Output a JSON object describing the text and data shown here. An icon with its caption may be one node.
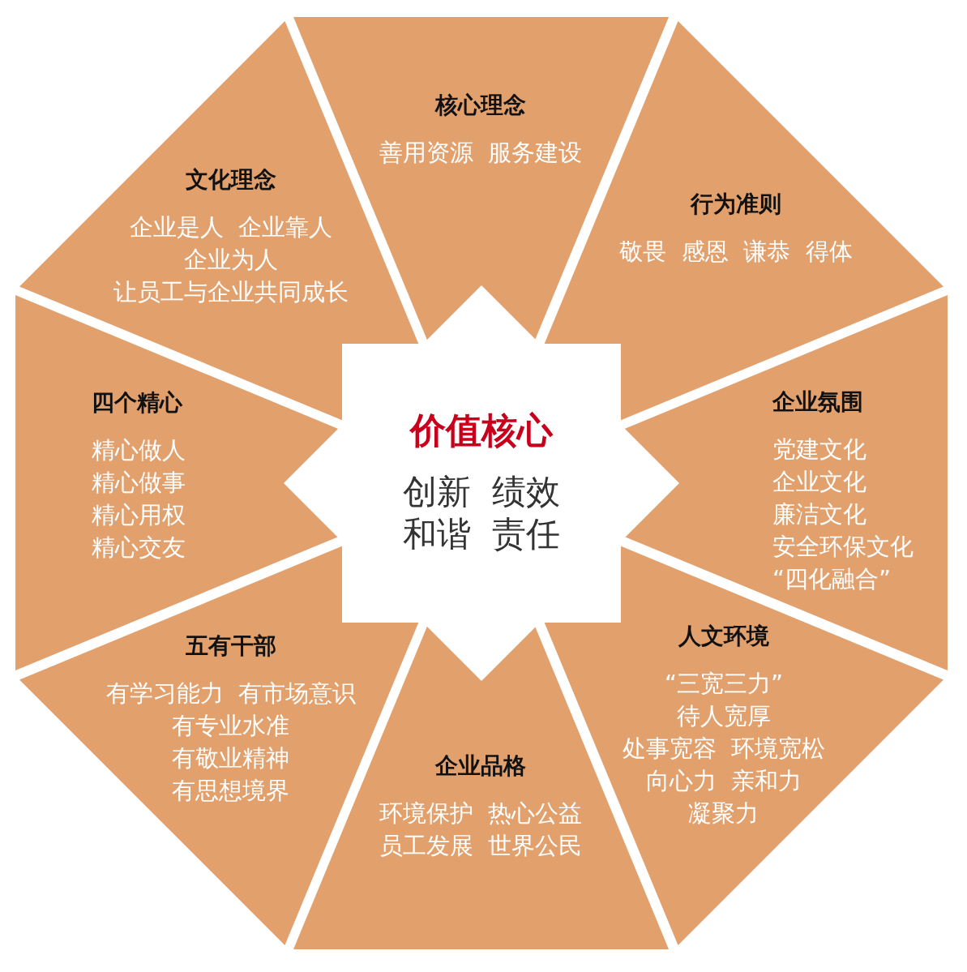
{
  "diagram": {
    "nodes": [
      {
        "text": [
          "核心理念",
          "善用资源  服务建设"
        ]
      },
      {
        "text": [
          "行为准则",
          "敬畏  感恩  谦恭  得体"
        ]
      },
      {
        "text": [
          "企业氛围",
          "党建文化",
          "企业文化",
          "廉洁文化",
          "安全环保文化",
          "“四化融合”"
        ]
      },
      {
        "text": [
          "人文环境",
          "“三宽三力”",
          "待人宽厚",
          "处事宽容  环境宽松",
          "向心力  亲和力",
          "凝聚力"
        ]
      },
      {
        "text": [
          "企业品格",
          "环境保护  热心公益",
          "员工发展  世界公民"
        ]
      },
      {
        "text": [
          "五有干部",
          "有学习能力  有市场意识",
          "有专业水准",
          "有敬业精神",
          "有思想境界"
        ]
      },
      {
        "text": [
          "四个精心",
          "精心做人",
          "精心做事",
          "精心用权",
          "精心交友"
        ]
      },
      {
        "text": [
          "文化理念",
          "企业是人  企业靠人",
          "企业为人",
          "让员工与企业共同成长"
        ]
      },
      {
        "text": [
          "价值核心",
          "创新  绩效",
          "和谐  责任"
        ]
      }
    ],
    "edges": []
  }
}
